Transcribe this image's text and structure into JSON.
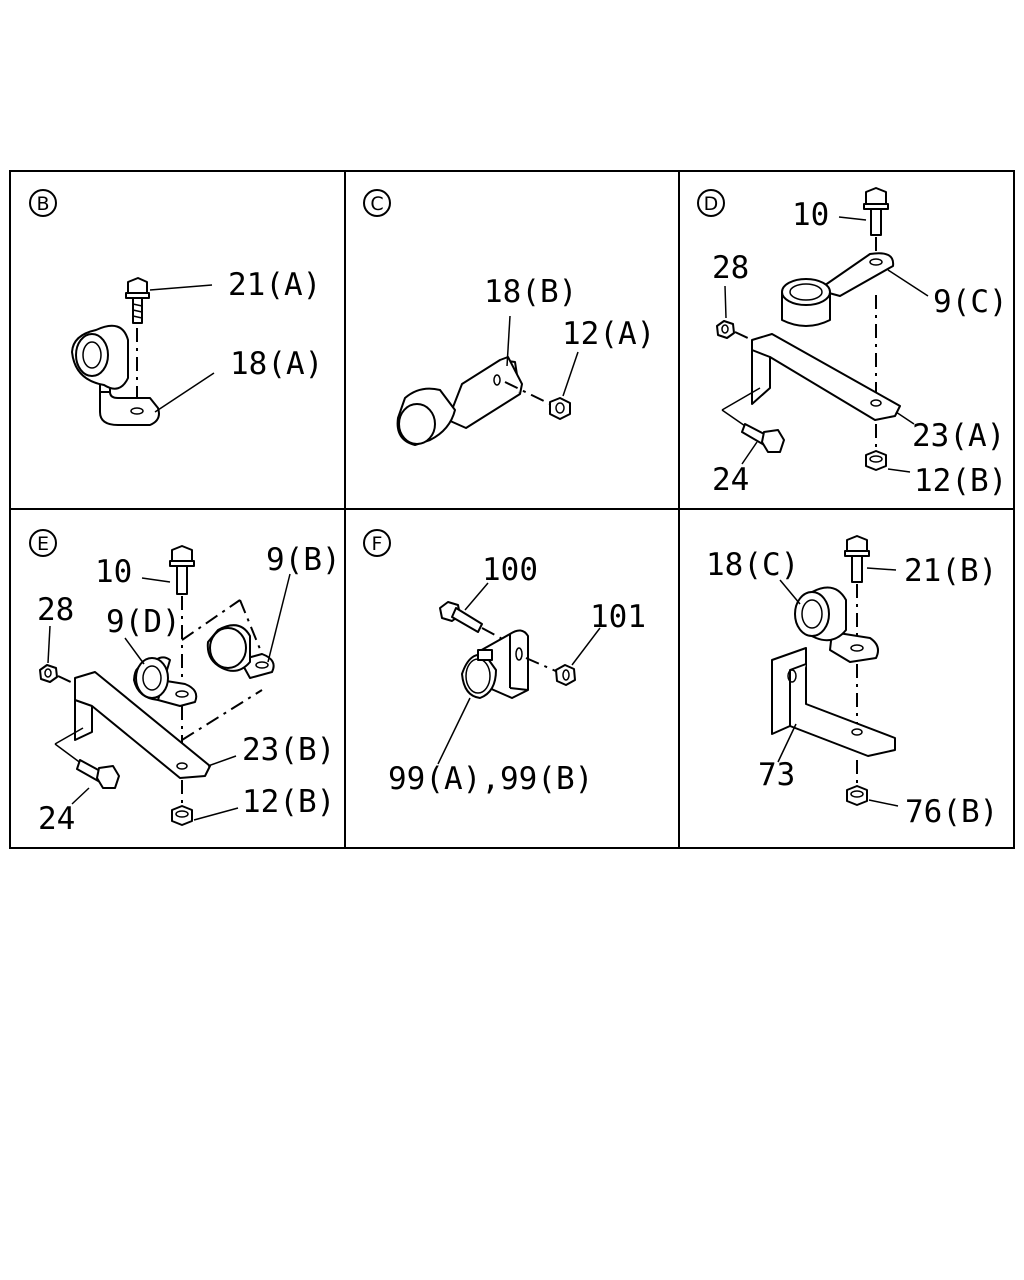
{
  "panels": {
    "B": {
      "id": "B",
      "callouts": {
        "bolt": "21(A)",
        "clip": "18(A)"
      }
    },
    "C": {
      "id": "C",
      "callouts": {
        "clip": "18(B)",
        "nut": "12(A)"
      }
    },
    "D": {
      "id": "D",
      "callouts": {
        "bolt": "10",
        "nut_small": "28",
        "clip": "9(C)",
        "bracket": "23(A)",
        "bolt_side": "24",
        "nut": "12(B)"
      }
    },
    "E": {
      "id": "E",
      "callouts": {
        "bolt": "10",
        "clip_b": "9(B)",
        "nut_small": "28",
        "clip_d": "9(D)",
        "bracket": "23(B)",
        "bolt_side": "24",
        "nut": "12(B)"
      }
    },
    "F": {
      "id": "F",
      "callouts": {
        "bolt": "100",
        "nut": "101",
        "clamp": "99(A),99(B)"
      }
    },
    "G": {
      "callouts": {
        "clip": "18(C)",
        "bolt": "21(B)",
        "bracket": "73",
        "nut": "76(B)"
      }
    }
  }
}
